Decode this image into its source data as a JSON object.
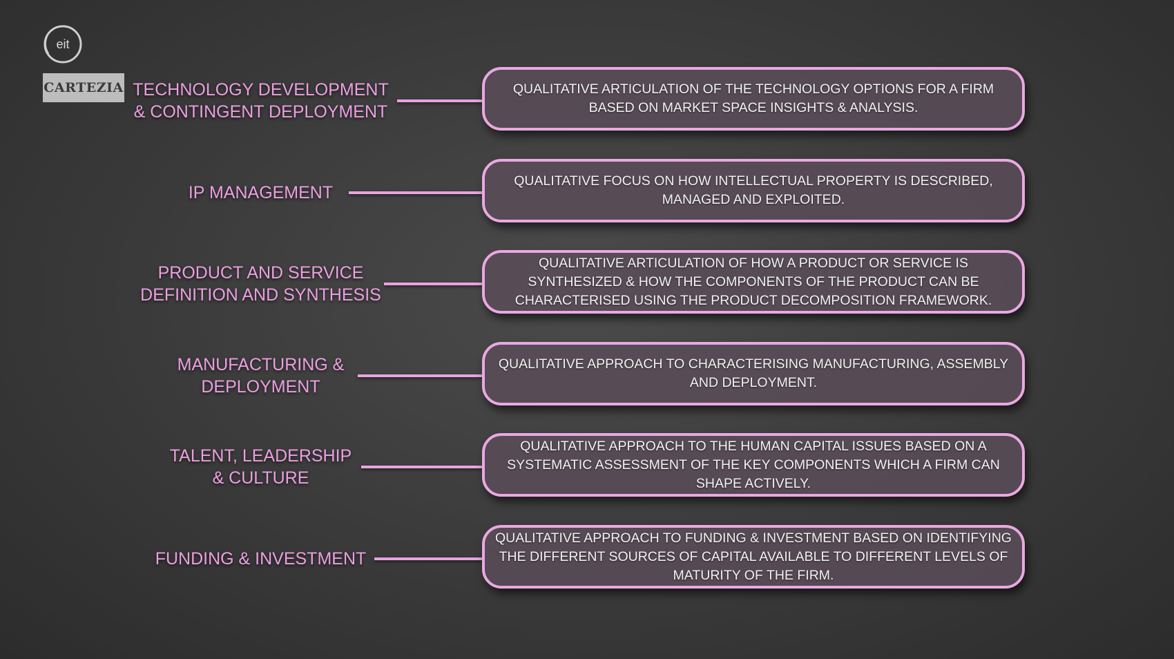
{
  "logos": {
    "eit": "eit",
    "cartezia": "CARTEZIA"
  },
  "rows": [
    {
      "label_lines": [
        "TECHNOLOGY DEVELOPMENT",
        "& CONTINGENT DEPLOYMENT"
      ],
      "description": "QUALITATIVE ARTICULATION OF THE TECHNOLOGY OPTIONS FOR A FIRM BASED ON MARKET SPACE INSIGHTS & ANALYSIS."
    },
    {
      "label_lines": [
        "IP MANAGEMENT"
      ],
      "description": "QUALITATIVE FOCUS ON HOW INTELLECTUAL PROPERTY IS DESCRIBED, MANAGED AND EXPLOITED."
    },
    {
      "label_lines": [
        "PRODUCT AND SERVICE",
        "DEFINITION AND SYNTHESIS"
      ],
      "description": "QUALITATIVE ARTICULATION OF HOW A PRODUCT OR SERVICE IS SYNTHESIZED & HOW THE COMPONENTS OF THE PRODUCT CAN BE CHARACTERISED USING THE PRODUCT DECOMPOSITION FRAMEWORK."
    },
    {
      "label_lines": [
        "MANUFACTURING &",
        "DEPLOYMENT"
      ],
      "description": "QUALITATIVE APPROACH TO CHARACTERISING MANUFACTURING, ASSEMBLY AND DEPLOYMENT."
    },
    {
      "label_lines": [
        "TALENT, LEADERSHIP",
        "& CULTURE"
      ],
      "description": "QUALITATIVE APPROACH TO THE HUMAN CAPITAL ISSUES BASED ON A SYSTEMATIC ASSESSMENT OF THE KEY COMPONENTS WHICH A FIRM CAN SHAPE ACTIVELY."
    },
    {
      "label_lines": [
        "FUNDING & INVESTMENT"
      ],
      "description": "QUALITATIVE APPROACH TO FUNDING & INVESTMENT BASED ON IDENTIFYING THE DIFFERENT SOURCES OF CAPITAL AVAILABLE TO DIFFERENT LEVELS OF MATURITY OF THE FIRM."
    }
  ],
  "colors": {
    "accent": "#eaa8e2",
    "label_text": "#ec9fe0",
    "box_text": "#f2f2f2"
  }
}
